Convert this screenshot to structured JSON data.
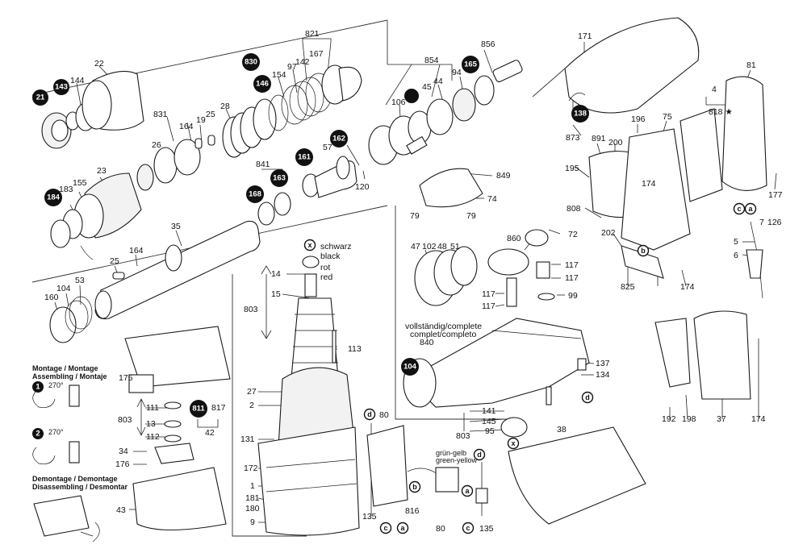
{
  "diagram": {
    "parts": {
      "p22": "22",
      "p144": "144",
      "p831": "831",
      "p164a": "164",
      "p19": "19",
      "p25a": "25",
      "p28": "28",
      "p26": "26",
      "p154": "154",
      "p97": "97",
      "p142": "142",
      "p167": "167",
      "p821": "821",
      "p854": "854",
      "p856": "856",
      "p94": "94",
      "p44": "44",
      "p45": "45",
      "p106": "106",
      "p57": "57",
      "p120": "120",
      "p841": "841",
      "p23": "23",
      "p183": "183",
      "p155": "155",
      "p35": "35",
      "p164b": "164",
      "p25b": "25",
      "p53": "53",
      "p104": "104",
      "p160": "160",
      "p14": "14",
      "p15": "15",
      "p803a": "803",
      "p113": "113",
      "p27": "27",
      "p2": "2",
      "p131": "131",
      "p172": "172",
      "p1": "1",
      "p181": "181",
      "p180": "180",
      "p9": "9",
      "p175": "175",
      "p111": "111",
      "p13": "13",
      "p803b": "803",
      "p112": "112",
      "p34": "34",
      "p176": "176",
      "p817": "817",
      "p42": "42",
      "p43": "43",
      "p80a": "80",
      "p135a": "135",
      "p816": "816",
      "p80b": "80",
      "p135b": "135",
      "p849": "849",
      "p74": "74",
      "p79a": "79",
      "p79b": "79",
      "p47": "47",
      "p102": "102",
      "p48": "48",
      "p51": "51",
      "p860": "860",
      "p72": "72",
      "p117a": "117",
      "p117b": "117",
      "p117c": "117",
      "p117d": "117",
      "p99": "99",
      "p840": "840",
      "p137": "137",
      "p134": "134",
      "p141": "141",
      "p145": "145",
      "p95": "95",
      "p803c": "803",
      "p38": "38",
      "p171": "171",
      "p873": "873",
      "p891": "891",
      "p200": "200",
      "p196": "196",
      "p75": "75",
      "p4": "4",
      "p818": "818 ★",
      "p81": "81",
      "p177": "177",
      "p195": "195",
      "p174a": "174",
      "p808": "808",
      "p7": "7",
      "p126": "126",
      "p5": "5",
      "p6": "6",
      "p202": "202",
      "p825": "825",
      "p174b": "174",
      "p192": "192",
      "p198": "198",
      "p37": "37",
      "p174c": "174"
    },
    "black_badges": {
      "b21": "21",
      "b143": "143",
      "b830": "830",
      "b146": "146",
      "b165": "165",
      "b161": "161",
      "b162": "162",
      "b168": "168",
      "b163": "163",
      "b184": "184",
      "b811": "811",
      "b104": "104",
      "b138": "138"
    },
    "letter_badges": {
      "x1": "x",
      "x2": "x",
      "da": "d",
      "db": "d",
      "dc": "d",
      "ca": "c",
      "cb": "c",
      "cc": "c",
      "aa": "a",
      "ab": "a",
      "ac": "a",
      "ba": "b",
      "bb": "b"
    },
    "wire_colors": {
      "schwarz": "schwarz",
      "black": "black",
      "rot": "rot",
      "red": "red",
      "gruen_gelb": "grün-gelb",
      "green_yellow": "green-yellow"
    },
    "notes": {
      "vollstaendig": "vollständig/complete",
      "complet": "complet/completo",
      "montage_1": "Montage / Montage",
      "montage_2": "Assembling / Montaje",
      "angle_1": "270°",
      "angle_2": "270°",
      "step_1": "1",
      "step_2": "2",
      "demontage_1": "Demontage / Demontage",
      "demontage_2": "Disassembling / Desmontar"
    }
  }
}
